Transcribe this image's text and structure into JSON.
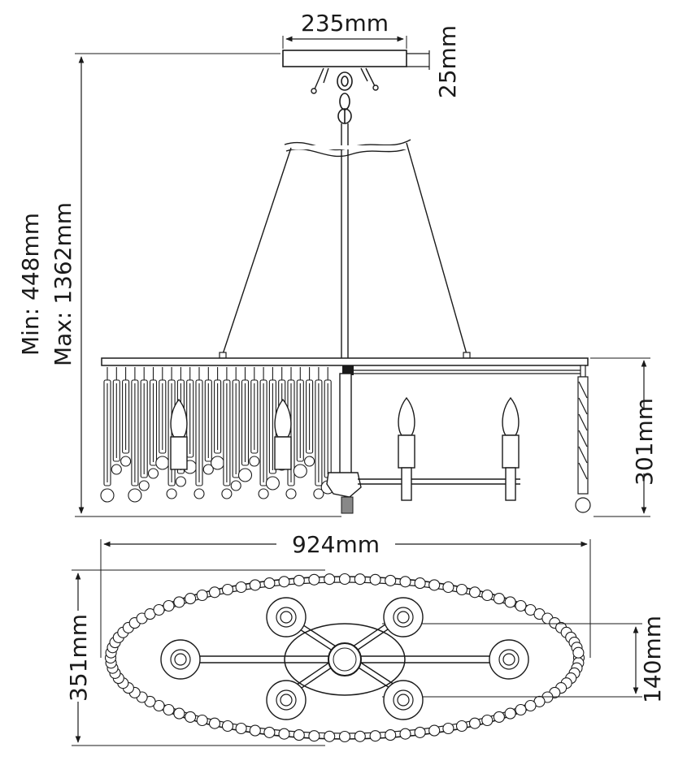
{
  "dimensions": {
    "canopy_width": "235mm",
    "canopy_height": "25mm",
    "drop_min": "Min: 448mm",
    "drop_max": "Max: 1362mm",
    "body_height": "301mm",
    "overall_length": "924mm",
    "overall_width": "351mm",
    "center_plate": "140mm"
  },
  "colors": {
    "line": "#1a1a1a",
    "background": "#ffffff"
  }
}
